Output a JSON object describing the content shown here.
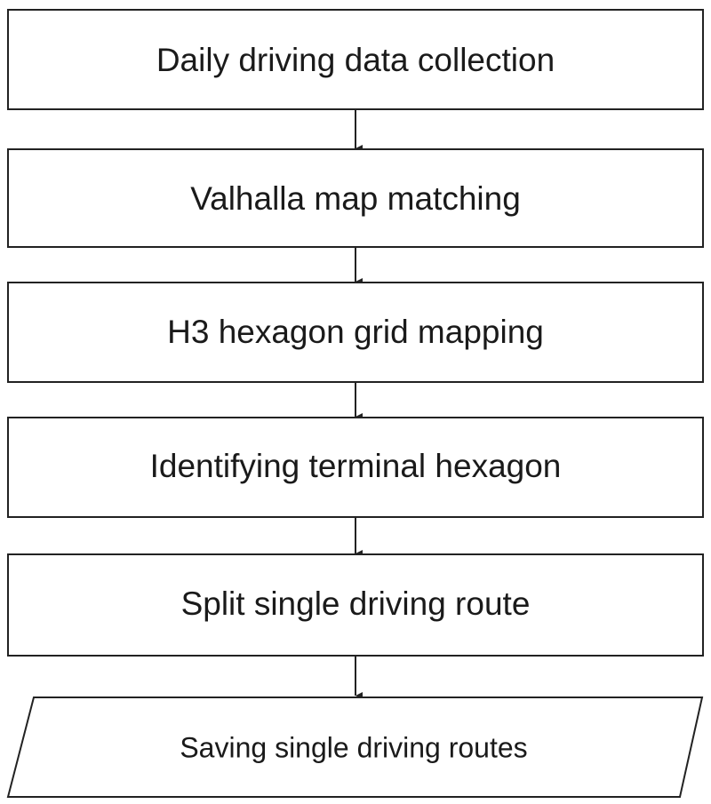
{
  "steps": [
    {
      "id": "step-1",
      "label": "Daily driving data collection",
      "shape": "process"
    },
    {
      "id": "step-2",
      "label": "Valhalla map matching",
      "shape": "process"
    },
    {
      "id": "step-3",
      "label": "H3 hexagon grid mapping",
      "shape": "process"
    },
    {
      "id": "step-4",
      "label": "Identifying terminal hexagon",
      "shape": "process"
    },
    {
      "id": "step-5",
      "label": "Split single driving route",
      "shape": "process"
    },
    {
      "id": "step-6",
      "label": "Saving single driving routes",
      "shape": "data-output"
    }
  ],
  "colors": {
    "stroke": "#222222",
    "fill": "#ffffff",
    "text": "#1a1a1a"
  }
}
